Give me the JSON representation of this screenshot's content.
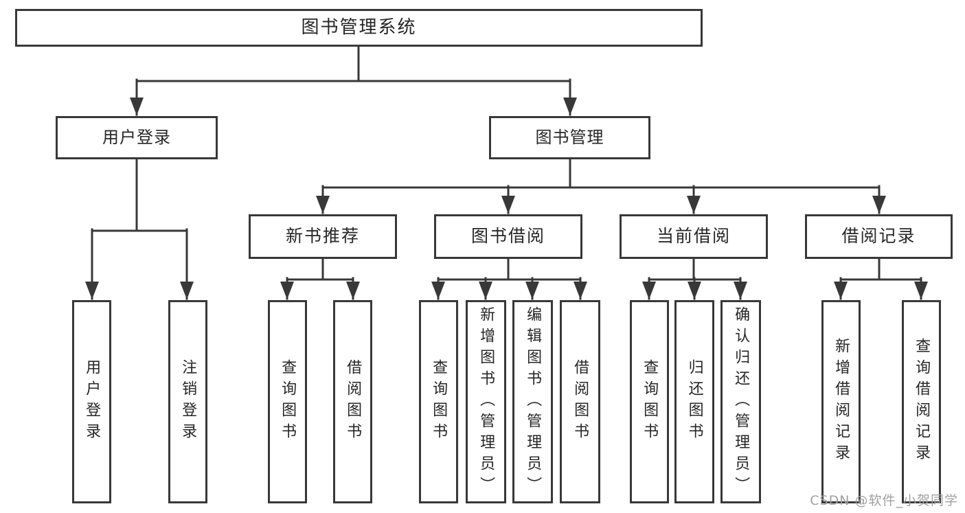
{
  "root": {
    "label": "图书管理系统"
  },
  "branches": [
    {
      "label": "用户登录"
    },
    {
      "label": "图书管理"
    }
  ],
  "modules": [
    {
      "label": "新书推荐"
    },
    {
      "label": "图书借阅"
    },
    {
      "label": "当前借阅"
    },
    {
      "label": "借阅记录"
    }
  ],
  "functions": [
    {
      "label": "用户登录"
    },
    {
      "label": "注销登录"
    },
    {
      "label": "查询图书"
    },
    {
      "label": "借阅图书"
    },
    {
      "label": "查询图书"
    },
    {
      "label": "新增图书（管理员）"
    },
    {
      "label": "编辑图书（管理员）"
    },
    {
      "label": "借阅图书"
    },
    {
      "label": "查询图书"
    },
    {
      "label": "归还图书"
    },
    {
      "label": "确认归还（管理员）"
    },
    {
      "label": "新增借阅记录"
    },
    {
      "label": "查询借阅记录"
    }
  ],
  "watermark": {
    "text": "CSDN @软件_小贺同学"
  },
  "colors": {
    "line": "#383838",
    "box_border": "#383838",
    "box_fill": "#ffffff",
    "text": "#262626",
    "watermark": "#a0a0a0",
    "background": "#ffffff"
  }
}
